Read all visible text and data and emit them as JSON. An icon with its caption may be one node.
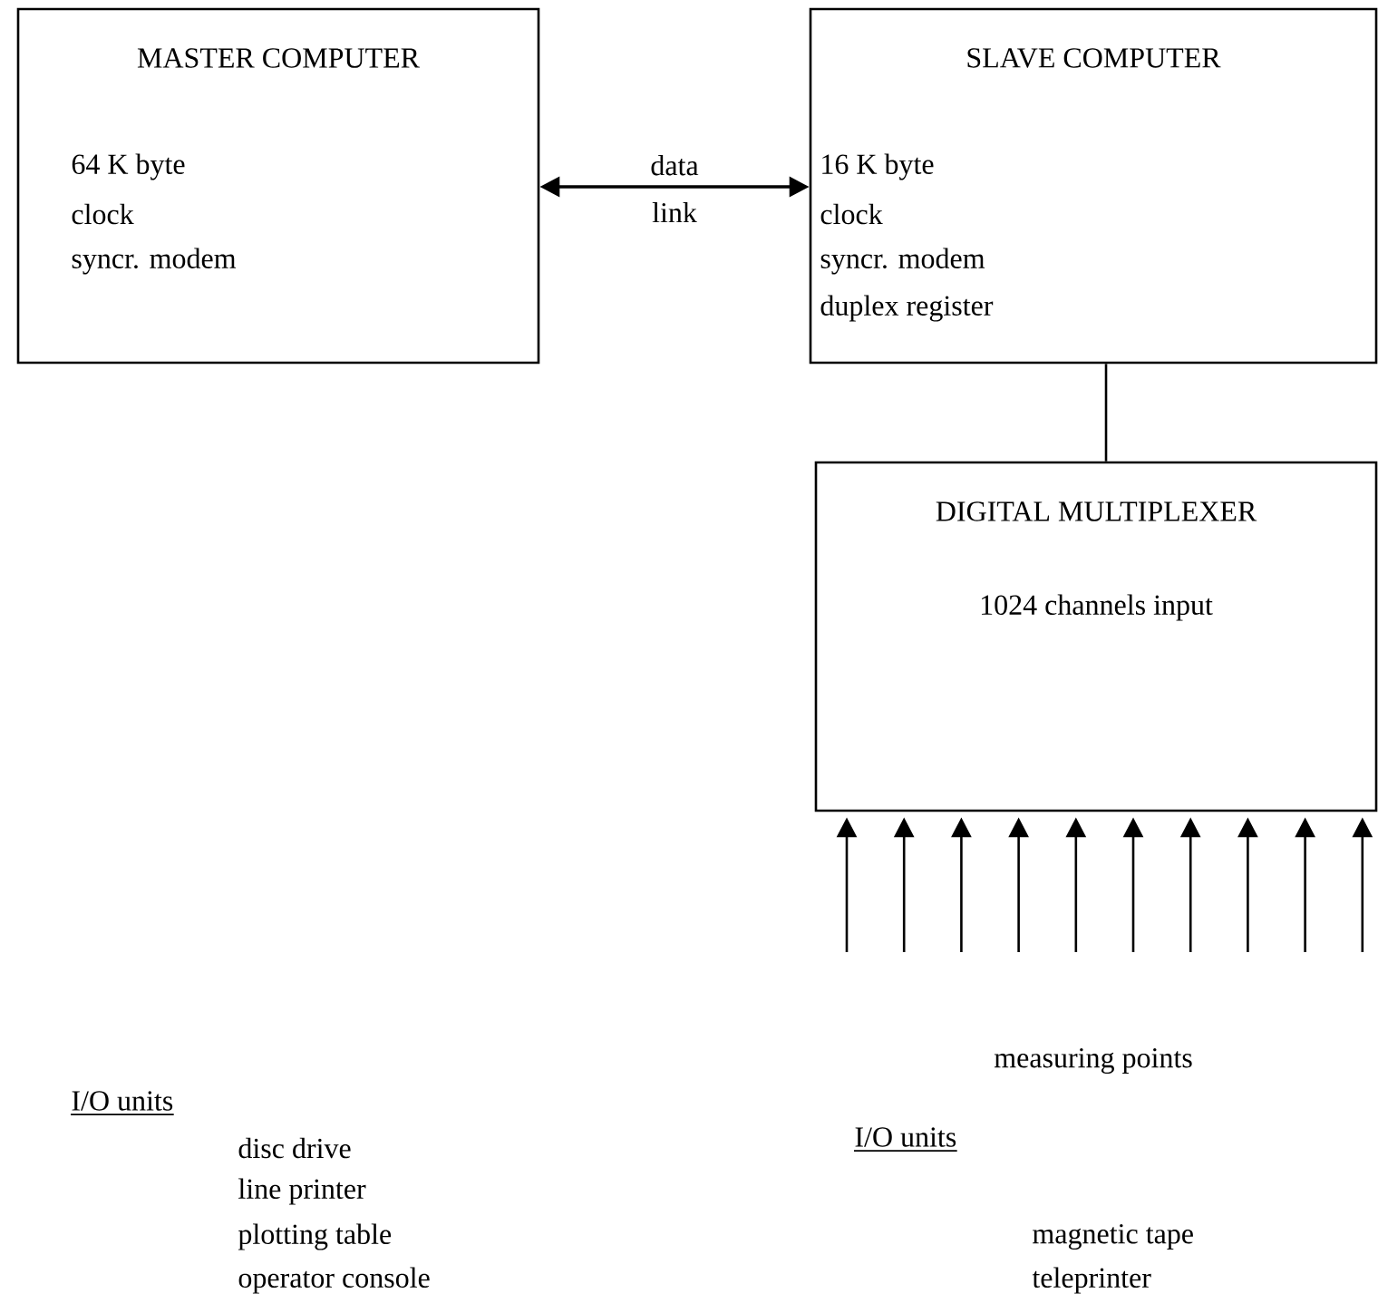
{
  "diagram": {
    "nodes": [
      {
        "text": [
          "MASTER COMPUTER",
          "64 K byte",
          "clock",
          "syncr. modem"
        ]
      },
      {
        "text": [
          "SLAVE COMPUTER",
          "16 K byte",
          "clock",
          "syncr. modem",
          "duplex register"
        ]
      },
      {
        "text": [
          "DIGITAL MULTIPLEXER",
          "1024 channels input"
        ]
      }
    ],
    "edges": [
      {
        "from": 0,
        "to": 1,
        "arrow": "both",
        "label": "data link"
      },
      {
        "from": 1,
        "to": 2,
        "arrow": "none"
      },
      {
        "from": null,
        "to": 2,
        "arrow": "to"
      },
      {
        "from": null,
        "to": 2,
        "arrow": "to"
      },
      {
        "from": null,
        "to": 2,
        "arrow": "to"
      },
      {
        "from": null,
        "to": 2,
        "arrow": "to"
      },
      {
        "from": null,
        "to": 2,
        "arrow": "to"
      },
      {
        "from": null,
        "to": 2,
        "arrow": "to"
      },
      {
        "from": null,
        "to": 2,
        "arrow": "to"
      },
      {
        "from": null,
        "to": 2,
        "arrow": "to"
      },
      {
        "from": null,
        "to": 2,
        "arrow": "to"
      },
      {
        "from": null,
        "to": 2,
        "arrow": "to"
      }
    ],
    "labels": [
      "I/O units",
      "disc drive",
      "line printer",
      "plotting table",
      "operator console",
      "measuring points",
      "I/O units",
      "magnetic tape",
      "teleprinter"
    ]
  }
}
